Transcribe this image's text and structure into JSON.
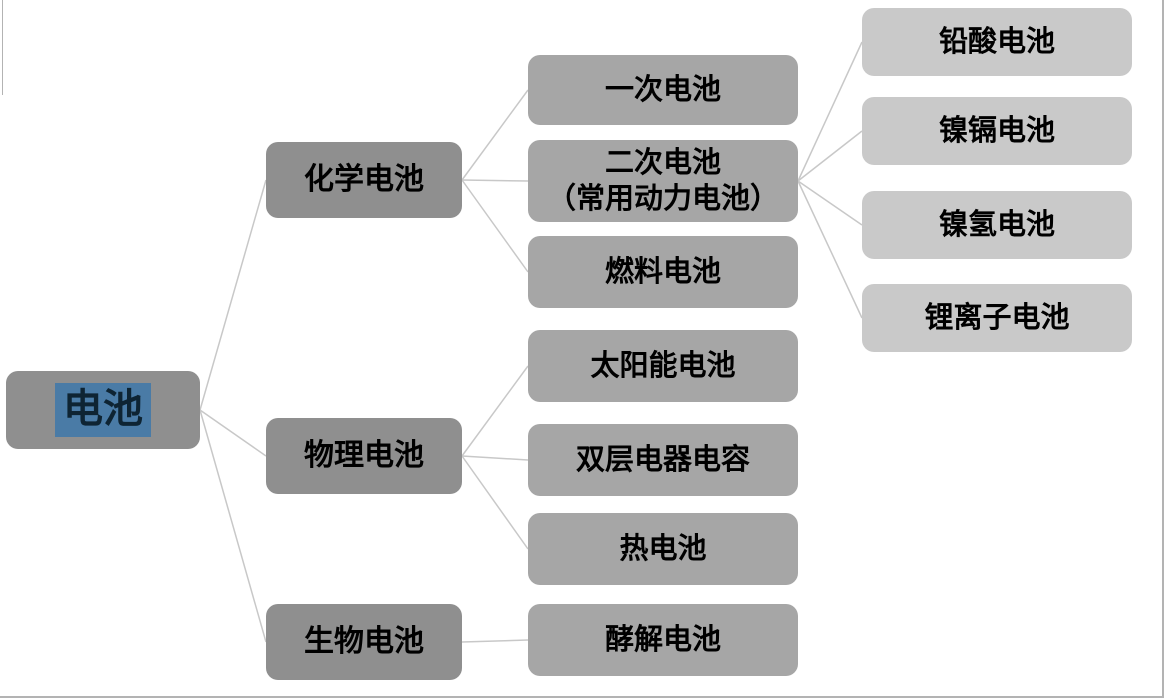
{
  "diagram": {
    "type": "tree",
    "title_node_selected": true,
    "root": {
      "label": "电池"
    },
    "branches": [
      {
        "label": "化学电池",
        "children": [
          {
            "label": "一次电池"
          },
          {
            "label": "二次电池",
            "sublabel": "（常用动力电池）",
            "children": [
              {
                "label": "铅酸电池"
              },
              {
                "label": "镍镉电池"
              },
              {
                "label": "镍氢电池"
              },
              {
                "label": "锂离子电池"
              }
            ]
          },
          {
            "label": "燃料电池"
          }
        ]
      },
      {
        "label": "物理电池",
        "children": [
          {
            "label": "太阳能电池"
          },
          {
            "label": "双层电器电容"
          },
          {
            "label": "热电池"
          }
        ]
      },
      {
        "label": "生物电池",
        "children": [
          {
            "label": "酵解电池"
          }
        ]
      }
    ],
    "colors": {
      "level1_box": "#8F8F8F",
      "level2_box": "#8F8F8F",
      "level3_box": "#A6A6A6",
      "level4_box": "#C9C9C9",
      "connector": "#C8C8C8",
      "text": "#000000",
      "selection_background": "#4A7BA6",
      "selection_text": "#0E2433",
      "frame_border": "#B3B3B3"
    }
  }
}
